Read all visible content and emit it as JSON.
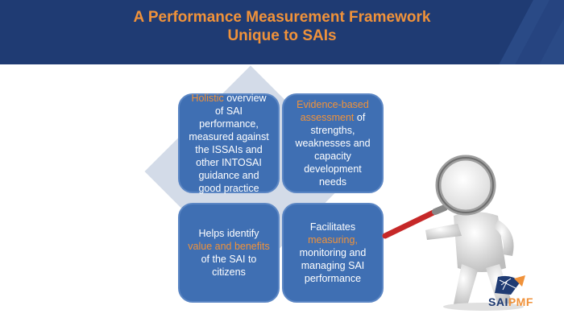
{
  "slide": {
    "title_line1": "A Performance Measurement Framework",
    "title_line2": "Unique to SAIs"
  },
  "quadrants": [
    {
      "highlight": "Holistic",
      "text": " overview of SAI performance, measured against the ISSAIs and other INTOSAI guidance and good practice"
    },
    {
      "highlight": "Evidence-based assessment",
      "text": " of strengths, weaknesses and capacity development needs"
    },
    {
      "pre": "Helps identify ",
      "highlight": "value and benefits",
      "text": " of the SAI to citizens"
    },
    {
      "pre": "Facilitates ",
      "highlight": "measuring,",
      "text": " monitoring and managing SAI performance"
    }
  ],
  "logo": {
    "part1": "SAI",
    "part2": "PMF"
  },
  "colors": {
    "header": "#1f3b73",
    "accent": "#f0923a",
    "box": "#3f6fb3"
  }
}
